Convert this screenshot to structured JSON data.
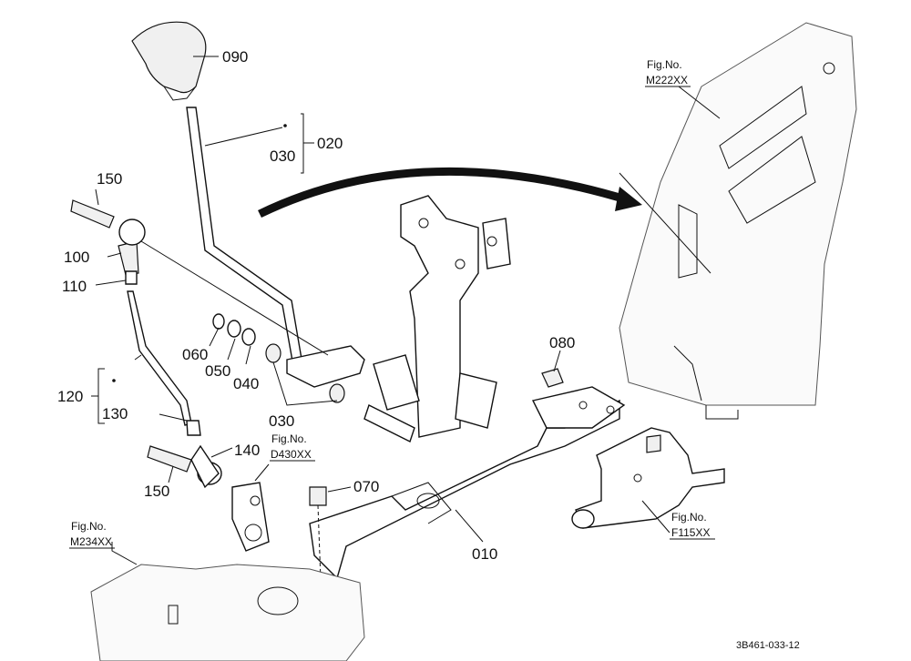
{
  "callouts": {
    "c090": "090",
    "c020": "020",
    "c030a": "030",
    "c150a": "150",
    "c100": "100",
    "c110": "110",
    "c120": "120",
    "c130": "130",
    "c060": "060",
    "c050": "050",
    "c040": "040",
    "c030b": "030",
    "c140": "140",
    "c150b": "150",
    "c070": "070",
    "c080": "080",
    "c010": "010"
  },
  "fig_refs": {
    "m222_label": "Fig.No.",
    "m222_code": "M222XX",
    "d430_label": "Fig.No.",
    "d430_code": "D430XX",
    "m234_label": "Fig.No.",
    "m234_code": "M234XX",
    "f115_label": "Fig.No.",
    "f115_code": "F115XX"
  },
  "drawing_code": "3B461-033-12"
}
